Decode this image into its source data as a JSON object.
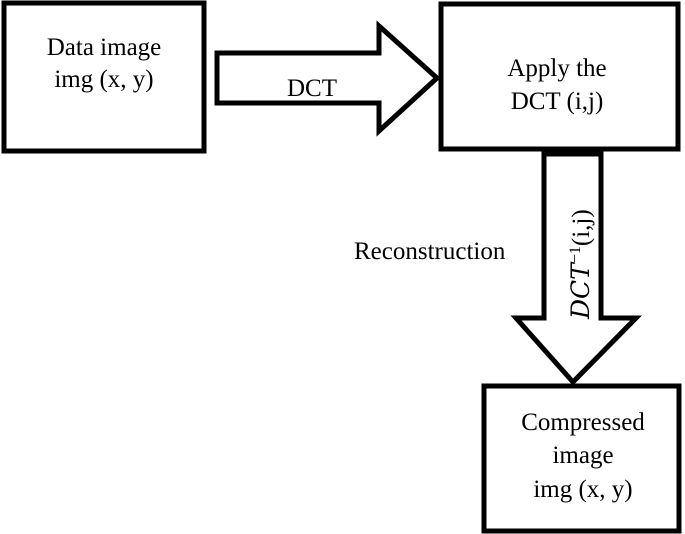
{
  "diagram": {
    "nodes": {
      "source": {
        "line1": "Data image",
        "line2": "img (x, y)"
      },
      "transform": {
        "line1": "Apply the",
        "line2": "DCT (i,j)"
      },
      "output": {
        "line1": "Compressed",
        "line2": "image",
        "line3": "img (x, y)"
      }
    },
    "edges": {
      "dct": {
        "label": "DCT"
      },
      "reconstruction": {
        "label": "Reconstruction",
        "inverse_base": "DCT",
        "inverse_exponent": "−1",
        "inverse_args": "(i,j)"
      }
    }
  }
}
